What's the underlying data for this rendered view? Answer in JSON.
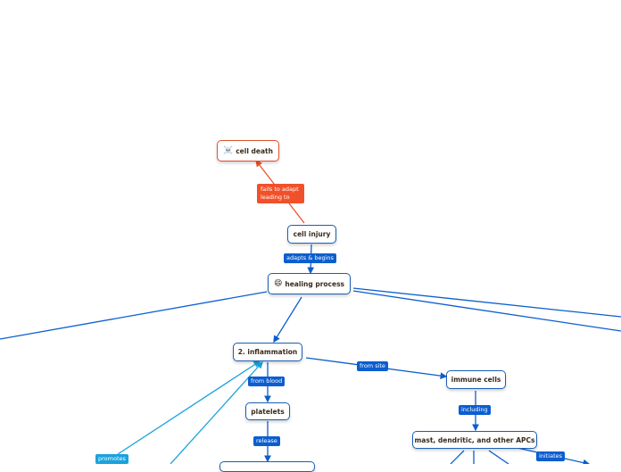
{
  "colors": {
    "edge_blue": "#0b5ecf",
    "edge_red": "#f0512a",
    "edge_cyan": "#1aa2dc"
  },
  "nodes": {
    "cell_death": {
      "icon": "☠️",
      "text": "cell death"
    },
    "cell_injury": {
      "text": "cell injury"
    },
    "healing_process": {
      "icon": "😄",
      "text": "healing process"
    },
    "inflammation": {
      "text": "2. inflammation"
    },
    "platelets": {
      "text": "platelets"
    },
    "immune_cells": {
      "text": "immune cells"
    },
    "mast_cells": {
      "text": "mast, dendritic, and other APCs"
    }
  },
  "links": {
    "fails_to_adapt": "fails to adapt leading to",
    "adapts_begins": "adapts & begins",
    "from_blood": "from blood",
    "from_site": "from site",
    "release": "release",
    "including": "including",
    "initiates": "initiates",
    "promotes": "promotes"
  }
}
